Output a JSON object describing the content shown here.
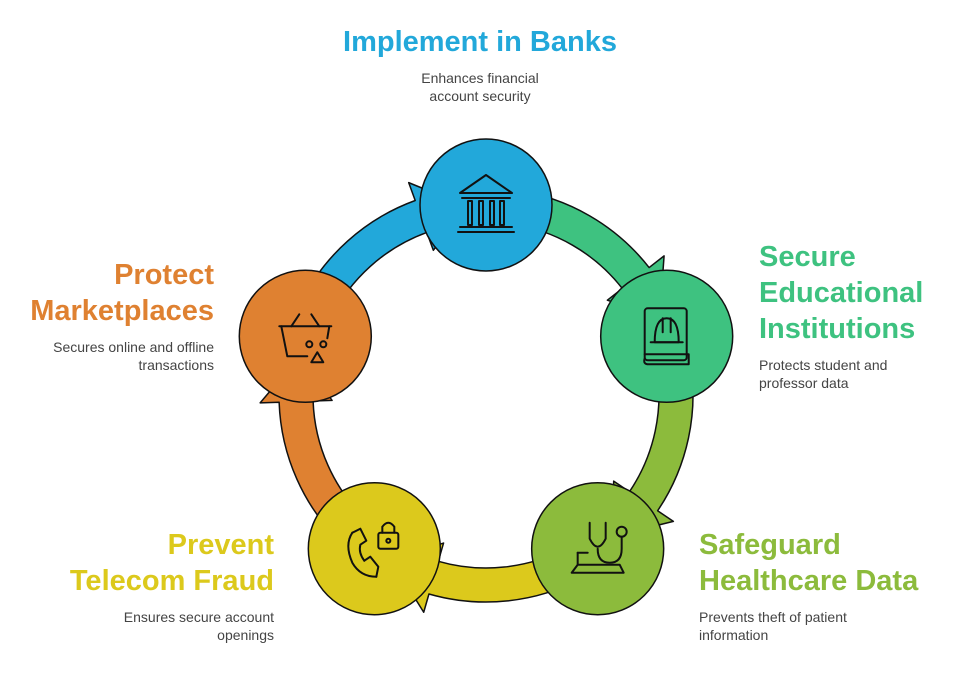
{
  "colors": {
    "banks": "#22A8DA",
    "education": "#3EC280",
    "healthcare": "#8CBB3C",
    "telecom": "#DCC91C",
    "marketplaces": "#DF8131",
    "outline": "#111111"
  },
  "nodes": [
    {
      "key": "banks",
      "title": "Implement in Banks",
      "description": "Enhances financial\naccount security",
      "icon": "bank-icon"
    },
    {
      "key": "education",
      "title": "Secure\nEducational\nInstitutions",
      "description": "Protects student and\nprofessor data",
      "icon": "education-book-icon"
    },
    {
      "key": "healthcare",
      "title": "Safeguard\nHealthcare Data",
      "description": "Prevents theft of patient\ninformation",
      "icon": "stethoscope-icon"
    },
    {
      "key": "telecom",
      "title": "Prevent\nTelecom Fraud",
      "description": "Ensures secure account\nopenings",
      "icon": "phone-lock-icon"
    },
    {
      "key": "marketplaces",
      "title": "Protect\nMarketplaces",
      "description": "Secures online and offline\ntransactions",
      "icon": "shopping-basket-icon"
    }
  ]
}
